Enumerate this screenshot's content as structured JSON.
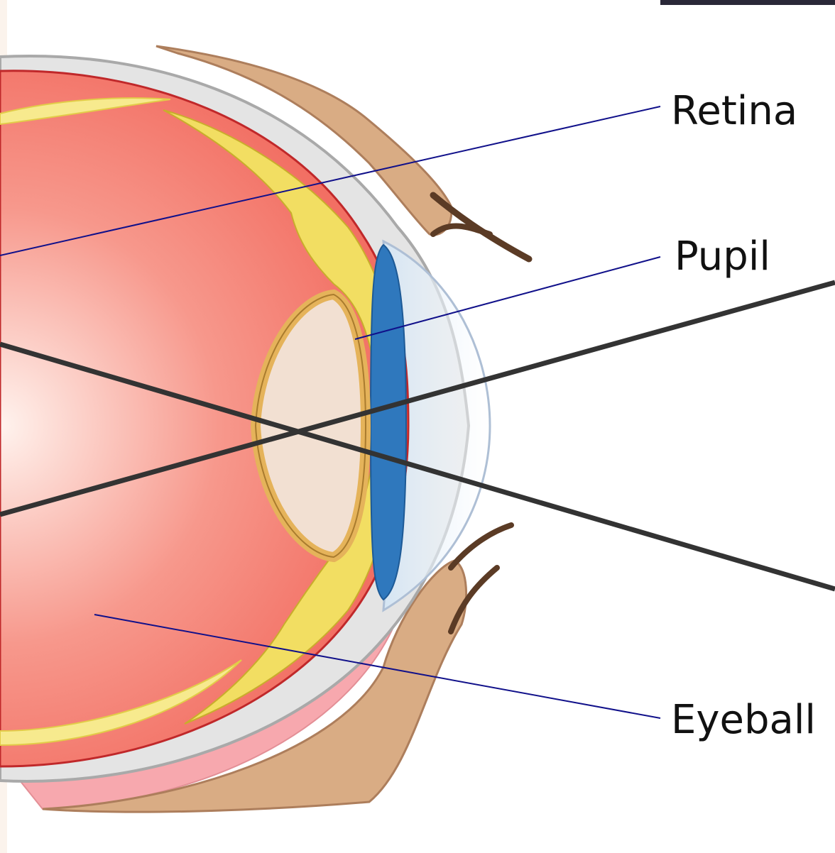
{
  "labels": {
    "retina": "Retina",
    "pupil": "Pupil",
    "eyeball": "Eyeball"
  },
  "colors": {
    "background": "#ffffff",
    "left_margin_tint": "#fbf3ec",
    "top_right_bar": "#2a2838",
    "sclera_outer": "#e4e4e4",
    "sclera_edge": "#a9a9a9",
    "eyeball_fill": "#f26f63",
    "eyeball_highlight": "#fff3ee",
    "eyeball_edge": "#c0282a",
    "ciliary_yellow": "#f2de62",
    "lens_fill": "#f2e0d2",
    "lens_edge": "#e5b35a",
    "iris_blue": "#2f78bd",
    "cornea": "#d3e5f5",
    "eyelid_skin": "#d9ac84",
    "eyelid_edge": "#ad7e5c",
    "eyelash": "#5b3b25",
    "lower_pink": "#f7a8ae",
    "leader_line": "#10108a",
    "light_ray": "#333333"
  }
}
